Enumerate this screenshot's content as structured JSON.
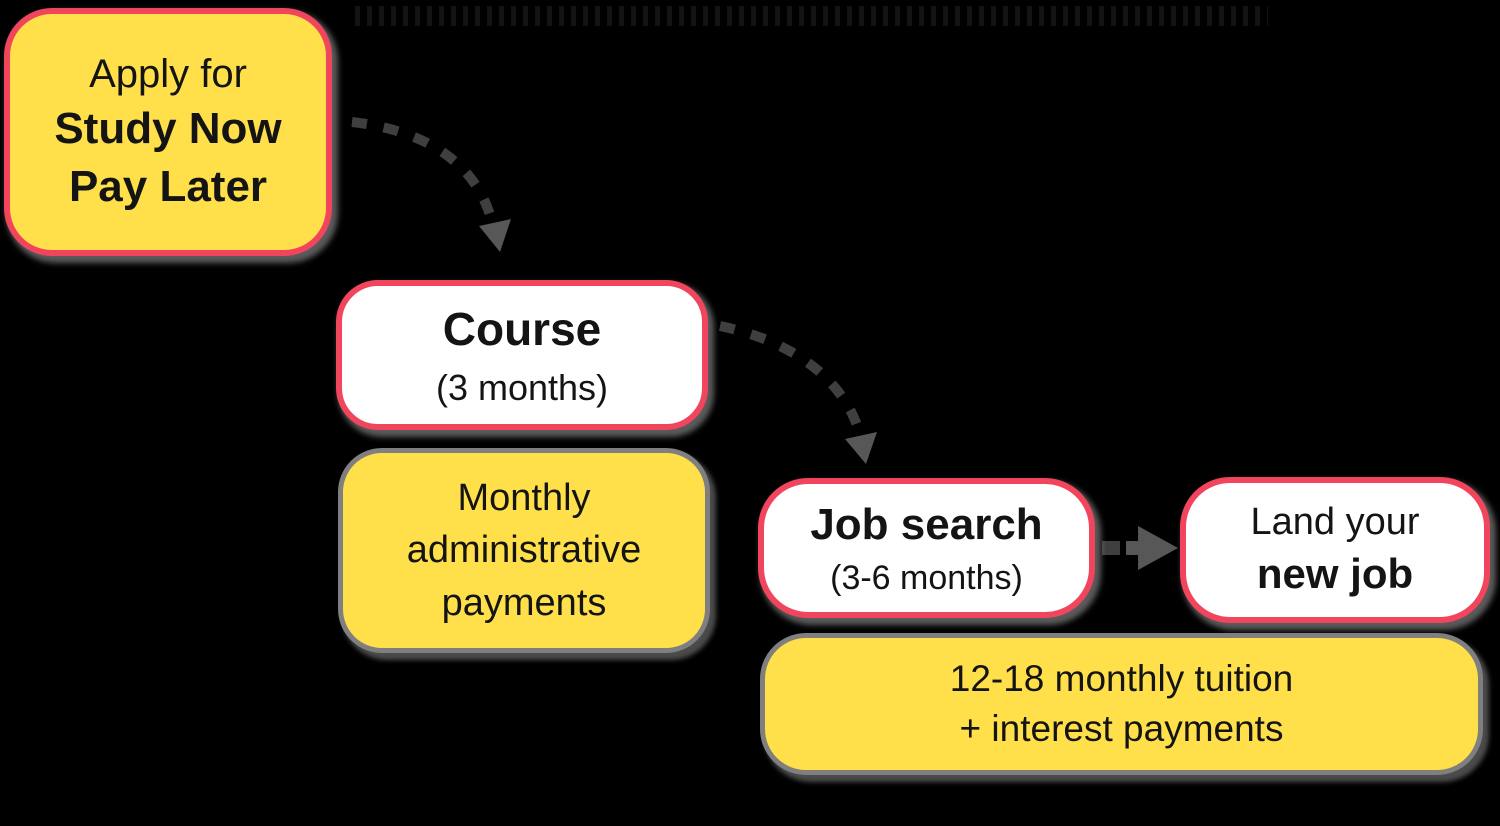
{
  "diagram": {
    "description": "Study Now Pay Later process flow diagram on transparent/black background",
    "nodes": {
      "apply": {
        "line1": "Apply for",
        "line2": "Study Now",
        "line3": "Pay Later"
      },
      "course": {
        "title": "Course",
        "subtitle": "(3 months)"
      },
      "admin_payments": {
        "line1": "Monthly",
        "line2": "administrative",
        "line3": "payments"
      },
      "job_search": {
        "title": "Job search",
        "subtitle": "(3-6 months)"
      },
      "new_job": {
        "line1": "Land your",
        "line2": "new job"
      },
      "tuition_payments": {
        "line1": "12-18 monthly tuition",
        "line2": "+ interest payments"
      }
    },
    "colors": {
      "background": "#000000",
      "node_yellow": "#FFE04A",
      "node_white": "#FFFFFF",
      "border_red": "#F0455C",
      "border_gray": "#7F7F7F",
      "arrow_gray": "#3F3F3F",
      "arrowhead_gray": "#575757",
      "text": "#141414"
    }
  }
}
